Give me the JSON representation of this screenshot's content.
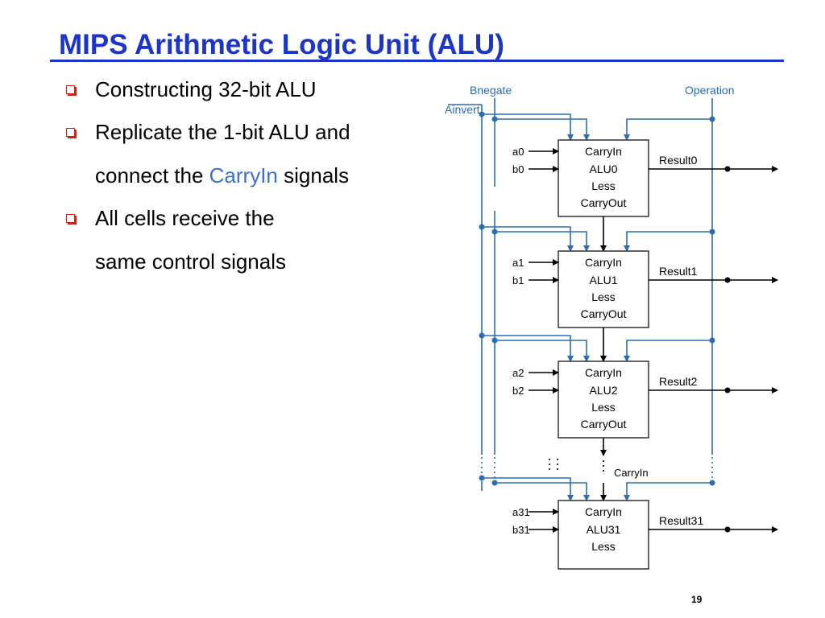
{
  "slide": {
    "title": "MIPS Arithmetic Logic Unit (ALU)",
    "page_number": "19",
    "bullets": [
      {
        "text": "Constructing 32-bit ALU"
      },
      {
        "text": "Replicate the 1-bit ALU and"
      },
      {
        "pre": "connect the ",
        "highlight": "CarryIn",
        "post": " signals"
      },
      {
        "text": "All cells receive the"
      },
      {
        "text": " same control signals"
      }
    ]
  },
  "diagram": {
    "control_labels": {
      "bnegate": "Bnegate",
      "ainvert": "Ainvert",
      "operation": "Operation"
    },
    "carry_label": "CarryIn",
    "cells": [
      {
        "a": "a0",
        "b": "b0",
        "name": "ALU0",
        "carry_in": "CarryIn",
        "less": "Less",
        "carry_out": "CarryOut",
        "result": "Result0"
      },
      {
        "a": "a1",
        "b": "b1",
        "name": "ALU1",
        "carry_in": "CarryIn",
        "less": "Less",
        "carry_out": "CarryOut",
        "result": "Result1"
      },
      {
        "a": "a2",
        "b": "b2",
        "name": "ALU2",
        "carry_in": "CarryIn",
        "less": "Less",
        "carry_out": "CarryOut",
        "result": "Result2"
      },
      {
        "a": "a31",
        "b": "b31",
        "name": "ALU31",
        "carry_in": "CarryIn",
        "less": "Less",
        "result": "Result31"
      }
    ],
    "colors": {
      "control_line": "#2a6db5",
      "data_line": "#000000",
      "box_border": "#222222"
    }
  }
}
